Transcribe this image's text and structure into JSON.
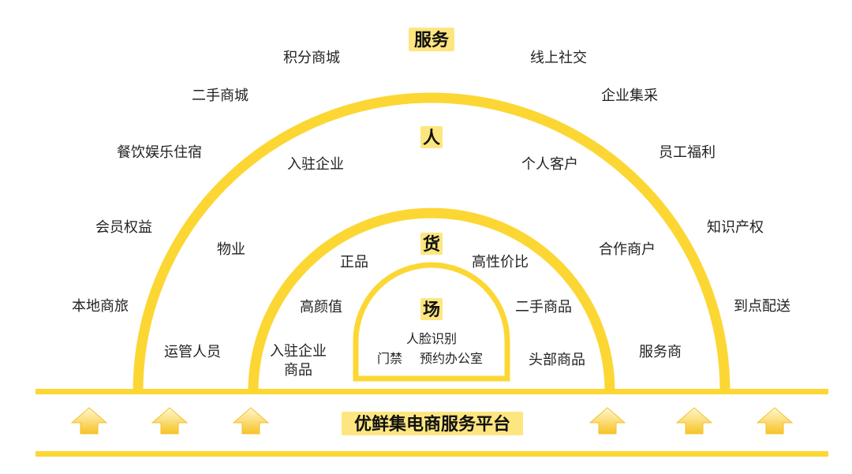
{
  "colors": {
    "accent": "#fcd734",
    "highlight": "#fde680",
    "text": "#222222",
    "arrow_light": "#fff7d1",
    "arrow_dark": "#f7c425"
  },
  "rings": {
    "service": {
      "title": "服务",
      "items": [
        "积分商城",
        "线上社交",
        "二手商城",
        "企业集采",
        "餐饮娱乐住宿",
        "员工福利",
        "会员权益",
        "知识产权",
        "本地商旅",
        "到点配送"
      ]
    },
    "people": {
      "title": "人",
      "items": [
        "入驻企业",
        "个人客户",
        "物业",
        "合作商户",
        "运管人员",
        "服务商"
      ]
    },
    "goods": {
      "title": "货",
      "items": [
        "正品",
        "高性价比",
        "高颜值",
        "二手商品",
        "入驻企业",
        "商品",
        "头部商品"
      ]
    },
    "venue": {
      "title": "场",
      "items": [
        "人脸识别",
        "门禁",
        "预约办公室"
      ]
    }
  },
  "platform": {
    "title": "优鲜集电商服务平台",
    "arrow_icon": "up-arrow-icon"
  }
}
